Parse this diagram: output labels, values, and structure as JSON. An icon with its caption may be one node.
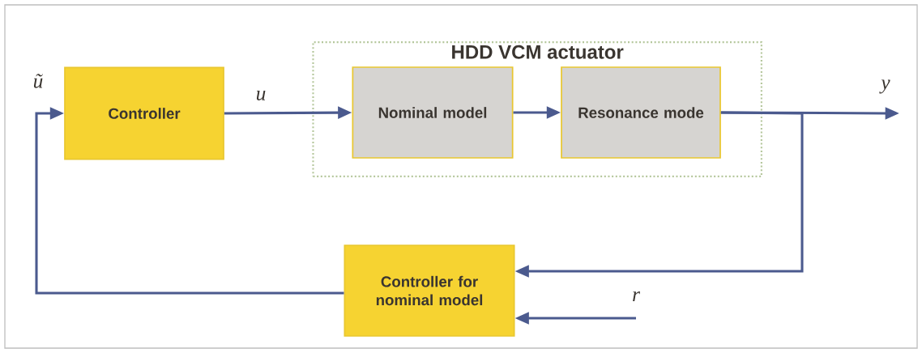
{
  "diagram": {
    "nodes": [
      {
        "text": [
          "HDD VCM actuator"
        ]
      },
      {
        "text": [
          "Controller"
        ]
      },
      {
        "text": [
          "Nominal model"
        ],
        "in": 0
      },
      {
        "text": [
          "Resonance mode"
        ],
        "in": 0
      },
      {
        "text": [
          "Controller for nominal model"
        ]
      },
      {
        "text": [
          "r"
        ]
      }
    ],
    "edges": [
      {
        "from": 1,
        "to": 2,
        "arrow": "to",
        "label": "u"
      },
      {
        "from": 2,
        "to": 3,
        "arrow": "to"
      },
      {
        "from": 3,
        "to": null,
        "arrow": "to",
        "label": "y"
      },
      {
        "from": 3,
        "to": 4,
        "arrow": "to"
      },
      {
        "from": 4,
        "to": 1,
        "arrow": "to",
        "label": "ũ"
      },
      {
        "from": 5,
        "to": 4,
        "arrow": "to"
      }
    ]
  }
}
